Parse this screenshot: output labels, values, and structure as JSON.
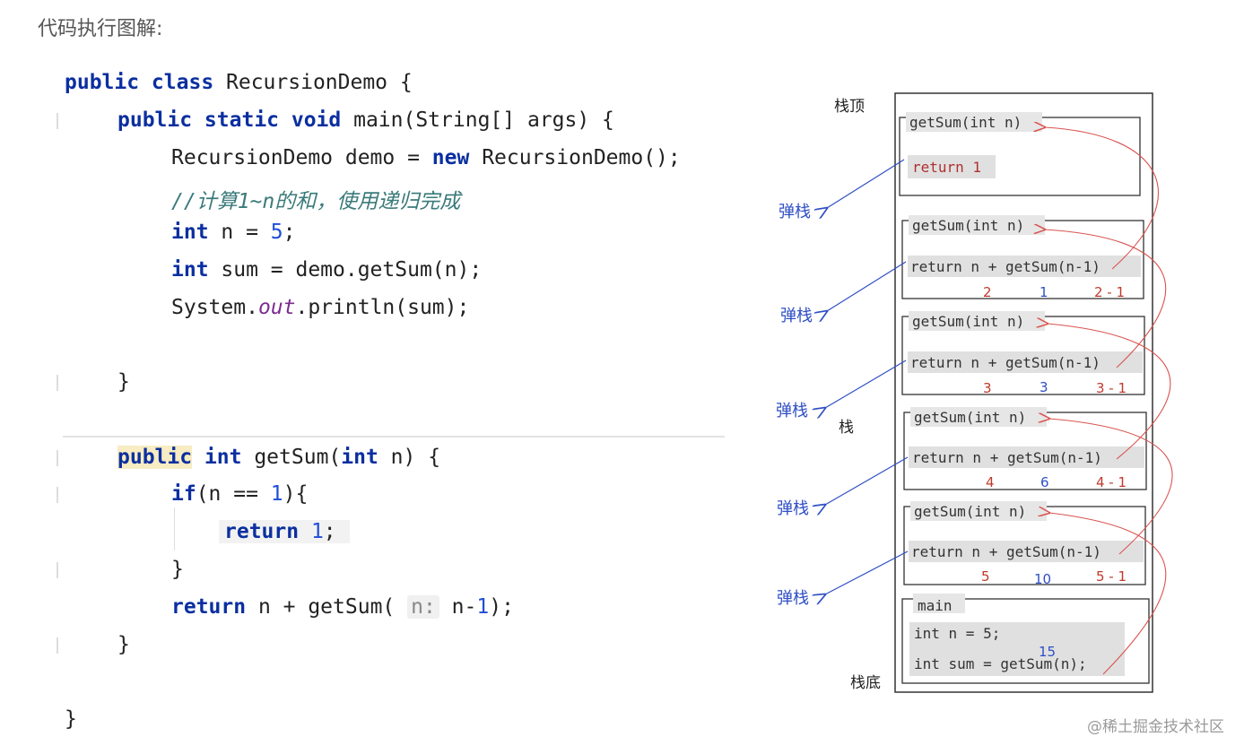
{
  "heading": "代码执行图解:",
  "code": {
    "l1_kw": "public class",
    "l1_rest": " RecursionDemo {",
    "l2_kw": "public static void",
    "l2_rest": " main(String[] args) {",
    "l3_a": "RecursionDemo demo = ",
    "l3_kw": "new",
    "l3_b": " RecursionDemo();",
    "l4_comment": "//计算1~n的和，使用递归完成",
    "l5_kw": "int",
    "l5_a": " n = ",
    "l5_num": "5",
    "l5_b": ";",
    "l6_kw": "int",
    "l6_a": " sum = demo.getSum(n);",
    "l7_a": "System.",
    "l7_field": "out",
    "l7_b": ".println(sum);",
    "l8": "}",
    "l9_kw1": "public",
    "l9_kw2": " int",
    "l9_a": " getSum(",
    "l9_kw3": "int",
    "l9_b": " n) {",
    "l10_kw": "if",
    "l10_a": "(n == ",
    "l10_num": "1",
    "l10_b": "){",
    "l11_kw": "return",
    "l11_num": " 1",
    "l11_b": ";",
    "l12": "}",
    "l13_kw": "return",
    "l13_a": " n + getSum( ",
    "l13_hint": "n:",
    "l13_b": " n-",
    "l13_num": "1",
    "l13_c": ");",
    "l14": "}",
    "l15": "}"
  },
  "diagram": {
    "top_label": "栈顶",
    "middle_label": "栈",
    "bottom_label": "栈底",
    "pop_label": "弹栈",
    "frames": [
      {
        "header": "getSum(int n)",
        "body": "return 1",
        "left": "",
        "mid": "",
        "right": ""
      },
      {
        "header": "getSum(int n)",
        "body": "return n + getSum(n-1)",
        "left": "2",
        "mid": "1",
        "right": "2 - 1"
      },
      {
        "header": "getSum(int n)",
        "body": "return n + getSum(n-1)",
        "left": "3",
        "mid": "3",
        "right": "3 - 1"
      },
      {
        "header": "getSum(int n)",
        "body": "return n + getSum(n-1)",
        "left": "4",
        "mid": "6",
        "right": "4 - 1"
      },
      {
        "header": "getSum(int n)",
        "body": "return n + getSum(n-1)",
        "left": "5",
        "mid": "10",
        "right": "5 - 1"
      }
    ],
    "main_frame": {
      "header": "main",
      "line1": "int n = 5;",
      "line2": "int sum = getSum(n);",
      "result": "15"
    }
  },
  "colors": {
    "keyword": "#0b2fa0",
    "red": "#c0392b",
    "blue": "#2f4fc4",
    "arrow_red": "#d9534f"
  },
  "watermark": "@稀土掘金技术社区"
}
